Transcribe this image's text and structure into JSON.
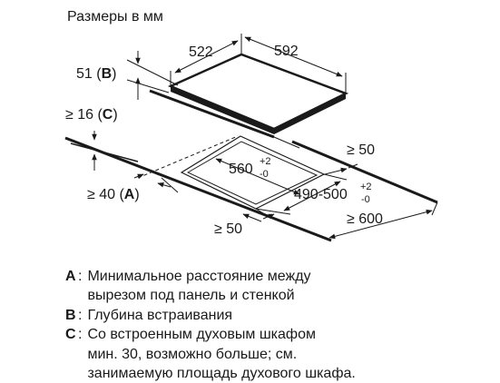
{
  "heading": "Размеры в мм",
  "dimensions": {
    "hob_depth": "522",
    "hob_width": "592",
    "b_value": "51 (",
    "b_key": "B",
    "b_close": ")",
    "c_value": "≥ 16 (",
    "c_key": "C",
    "c_close": ")",
    "a_value": "≥ 40 (",
    "a_key": "A",
    "a_close": ")",
    "cutout_width": "560",
    "cutout_width_tol_plus": "+2",
    "cutout_width_tol_minus": "-0",
    "cutout_depth": "490-500",
    "cutout_depth_tol_plus": "+2",
    "cutout_depth_tol_minus": "-0",
    "side_clearance": "≥ 50",
    "front_clearance": "≥ 50",
    "worktop_depth": "≥ 600"
  },
  "legend": [
    {
      "key": "A",
      "text": "Минимальное расстояние между\nвырезом под панель и стенкой"
    },
    {
      "key": "B",
      "text": "Глубина встраивания"
    },
    {
      "key": "C",
      "text": "Со встроенным духовым шкафом\nмин. 30, возможно больше; см.\nзанимаемую площадь духового шкафа."
    }
  ]
}
